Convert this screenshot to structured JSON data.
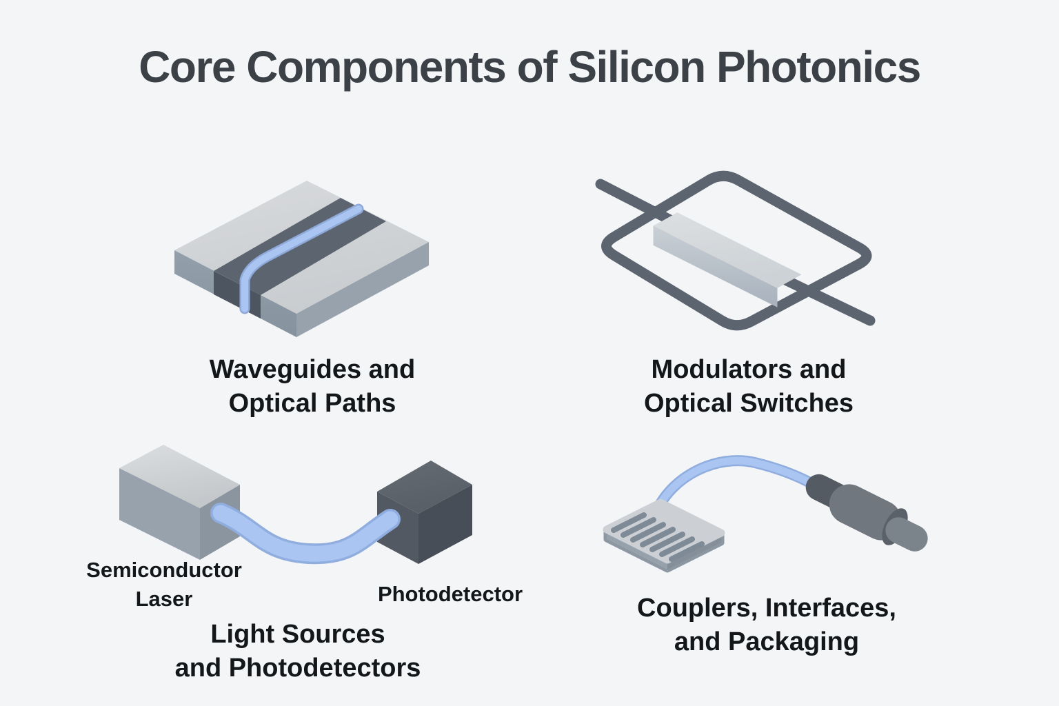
{
  "title": "Core Components of Silicon Photonics",
  "sections": {
    "waveguides": {
      "label": "Waveguides and\nOptical Paths"
    },
    "modulators": {
      "label": "Modulators and\nOptical Switches"
    },
    "light_sources": {
      "label": "Light Sources\nand Photodetectors",
      "laser_caption": "Semiconductor\nLaser",
      "detector_caption": "Photodetector"
    },
    "couplers": {
      "label": "Couplers, Interfaces,\nand Packaging"
    }
  },
  "illustrations": {
    "waveguide_chip": "waveguide-chip-illustration",
    "mzi_modulator": "modulator-loop-illustration",
    "laser_and_detector": "laser-photodetector-illustration",
    "coupler_and_fiber": "coupler-fiber-illustration"
  },
  "colors": {
    "background": "#f4f5f7",
    "title_text": "#3b4147",
    "label_text": "#14171a",
    "line_gray": "#5c6470",
    "fiber_blue": "#aac5f1",
    "fiber_blue_edge": "#8fadde",
    "chip_light": "#d3d6d8",
    "chip_side": "#8e99a5",
    "dark_box": "#4b525a"
  }
}
